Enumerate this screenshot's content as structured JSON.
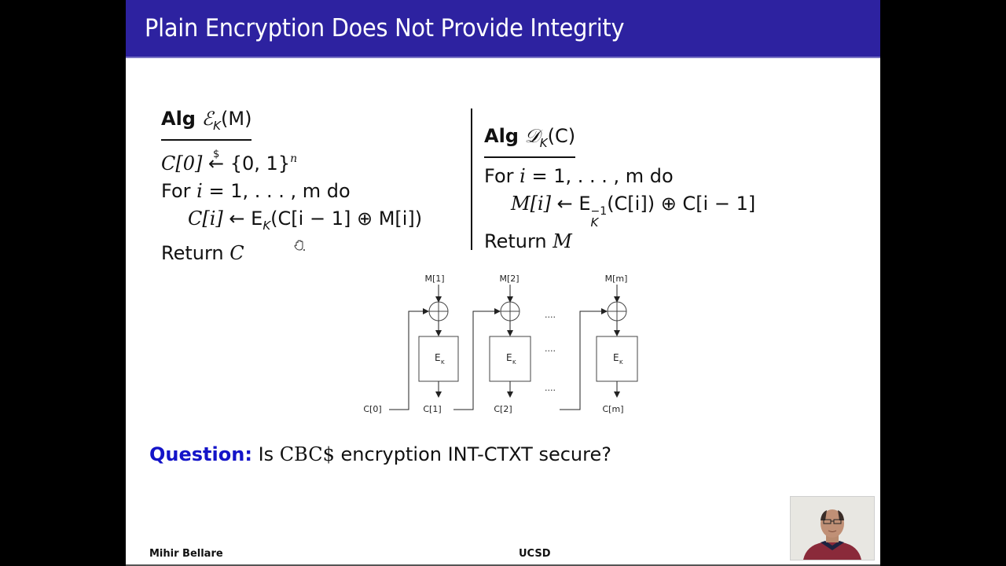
{
  "slide": {
    "title": "Plain Encryption Does Not Provide Integrity",
    "colors": {
      "title_bar": "#2d22a0",
      "title_text": "#ffffff",
      "question_label": "#1414c8",
      "body_text": "#111111"
    },
    "encrypt_alg": {
      "keyword": "Alg",
      "name": "ℰ",
      "key_sub": "K",
      "arg": "(M)",
      "lines": {
        "l1_lhs": "C[0]",
        "l1_arrow": "←",
        "l1_arrow_over": "$",
        "l1_rhs": "{0, 1}",
        "l1_sup": "n",
        "l2_for": "For",
        "l2_var": "i",
        "l2_range": "= 1, . . . , m",
        "l2_do": "do",
        "l3_lhs": "C[i]",
        "l3_arrow": "←",
        "l3_E": "E",
        "l3_sub": "K",
        "l3_rhs": "(C[i − 1] ⊕ M[i])",
        "l4_return": "Return",
        "l4_val": "C"
      }
    },
    "decrypt_alg": {
      "keyword": "Alg",
      "name": "𝒟",
      "key_sub": "K",
      "arg": "(C)",
      "lines": {
        "l1_for": "For",
        "l1_var": "i",
        "l1_range": "= 1, . . . , m",
        "l1_do": "do",
        "l2_lhs": "M[i]",
        "l2_arrow": "←",
        "l2_E": "E",
        "l2_sup": "−1",
        "l2_sub": "K",
        "l2_rhs": "(C[i]) ⊕ C[i − 1]",
        "l3_return": "Return",
        "l3_val": "M"
      }
    },
    "diagram": {
      "inputs": [
        "M[1]",
        "M[2]",
        "M[m]"
      ],
      "block_label": "E",
      "block_sub": "K",
      "outputs": [
        "C[1]",
        "C[2]",
        "C[m]"
      ],
      "iv": "C[0]",
      "ellipsis": "...."
    },
    "question": {
      "label": "Question:",
      "pre": "Is",
      "scheme": "CBC$",
      "post": "encryption INT-CTXT secure?"
    },
    "footer": {
      "author": "Mihir Bellare",
      "institution": "UCSD"
    },
    "cursor_icon": "hand-cursor-icon"
  }
}
